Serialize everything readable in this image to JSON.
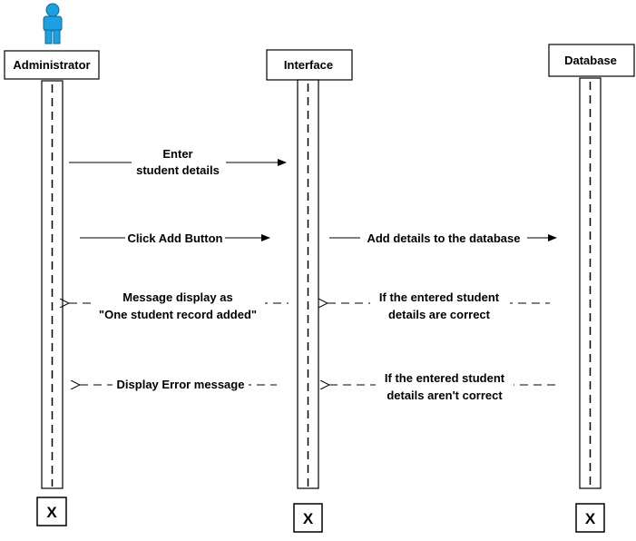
{
  "participants": {
    "administrator": "Administrator",
    "interface": "Interface",
    "database": "Database"
  },
  "actor_icon": "person-icon",
  "actor_color": "#1BA1E2",
  "messages": {
    "enter_details_line1": "Enter",
    "enter_details_line2": "student details",
    "click_add": "Click Add Button",
    "add_to_db": "Add details to the database",
    "msg_display_line1": "Message display as",
    "msg_display_line2": "\"One student record added\"",
    "correct_line1": "If the entered student",
    "correct_line2": "details are correct",
    "display_error": "Display Error message",
    "incorrect_line1": "If the entered student",
    "incorrect_line2": "details aren't correct"
  },
  "destroy": {
    "administrator": "X",
    "interface": "X",
    "database": "X"
  }
}
